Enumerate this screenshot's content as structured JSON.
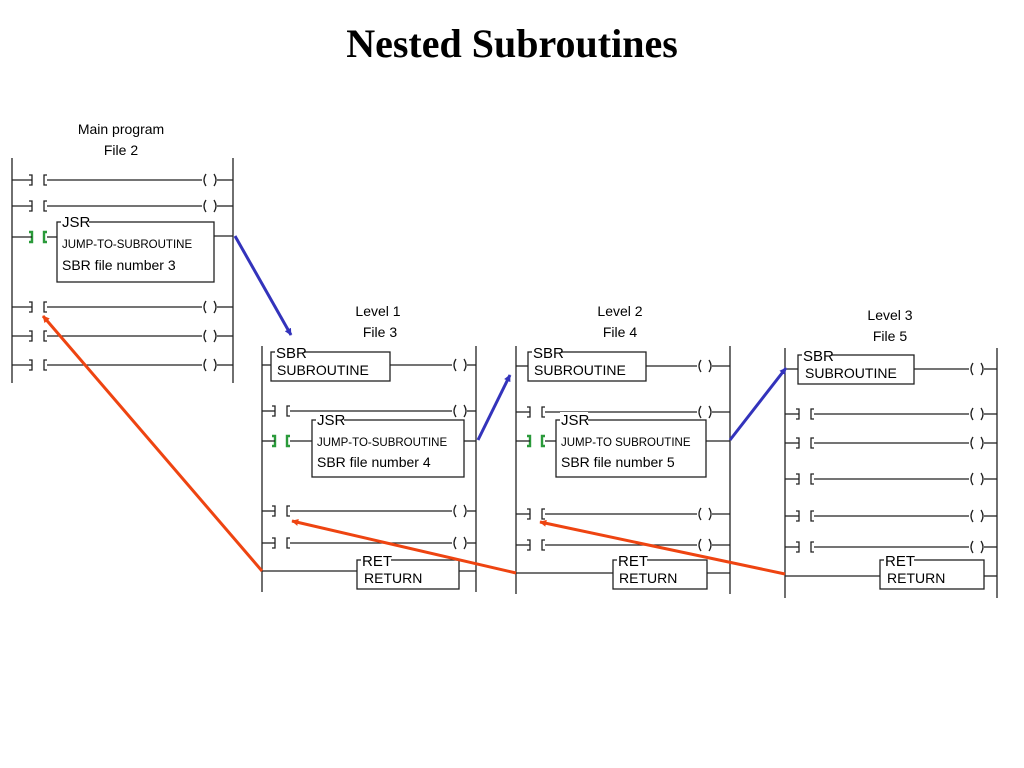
{
  "title": "Nested Subroutines",
  "columns": [
    {
      "line1": "Main program",
      "line2": "File 2"
    },
    {
      "line1": "Level 1",
      "line2": "File 3"
    },
    {
      "line1": "Level 2",
      "line2": "File 4"
    },
    {
      "line1": "Level 3",
      "line2": "File 5"
    }
  ],
  "jsr_blocks": [
    {
      "tag": "JSR",
      "line1": "JUMP-TO-SUBROUTINE",
      "line2": "SBR file number 3"
    },
    {
      "tag": "JSR",
      "line1": "JUMP-TO-SUBROUTINE",
      "line2": "SBR file number 4"
    },
    {
      "tag": "JSR",
      "line1": "JUMP-TO SUBROUTINE",
      "line2": "SBR file number 5"
    }
  ],
  "sbr_blocks": [
    {
      "tag": "SBR",
      "line1": "SUBROUTINE"
    },
    {
      "tag": "SBR",
      "line1": "SUBROUTINE"
    },
    {
      "tag": "SBR",
      "line1": "SUBROUTINE"
    }
  ],
  "ret_blocks": [
    {
      "tag": "RET",
      "line1": "RETURN"
    },
    {
      "tag": "RET",
      "line1": "RETURN"
    },
    {
      "tag": "RET",
      "line1": "RETURN"
    }
  ],
  "colors": {
    "call_arrow": "#3333bb",
    "return_arrow": "#ee4411",
    "active_contact": "#2a9a3a",
    "ink": "#222222"
  }
}
